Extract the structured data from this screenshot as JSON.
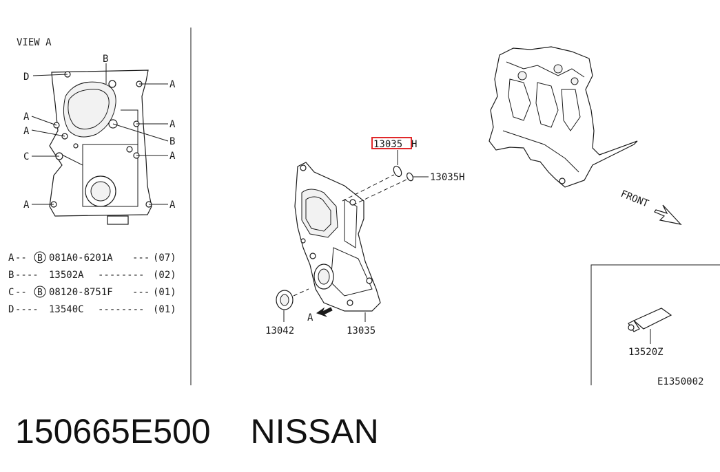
{
  "view_title": "VIEW A",
  "view_a_labels": {
    "b_top": "B",
    "d": "D",
    "a_right_1": "A",
    "a_left_1": "A",
    "a_left_2": "A",
    "a_right_2": "A",
    "b_right": "B",
    "c": "C",
    "a_right_3": "A",
    "a_left_3": "A",
    "a_right_4": "A"
  },
  "legend": [
    {
      "letter": "A",
      "dashes": "--",
      "circle": "B",
      "part": "081A0-6201A",
      "tail": "---",
      "qty": "(07)"
    },
    {
      "letter": "B",
      "dashes": "----",
      "circle": "",
      "part": "13502A",
      "tail": "--------",
      "qty": "(02)"
    },
    {
      "letter": "C",
      "dashes": "--",
      "circle": "B",
      "part": "08120-8751F",
      "tail": "---",
      "qty": "(01)"
    },
    {
      "letter": "D",
      "dashes": "----",
      "circle": "",
      "part": "13540C",
      "tail": "--------",
      "qty": "(01)"
    }
  ],
  "callouts": {
    "highlighted": "13035",
    "highlighted_suffix": "H",
    "dowel": "13035H",
    "seal": "13042",
    "cover": "13035",
    "arrow_a": "A",
    "front": "FRONT",
    "sealant": "13520Z",
    "diagram_id": "E1350002"
  },
  "footer": {
    "part_number": "150665E500",
    "brand": "NISSAN"
  },
  "colors": {
    "highlight": "#e0282a",
    "ink": "#1a1a1a"
  }
}
